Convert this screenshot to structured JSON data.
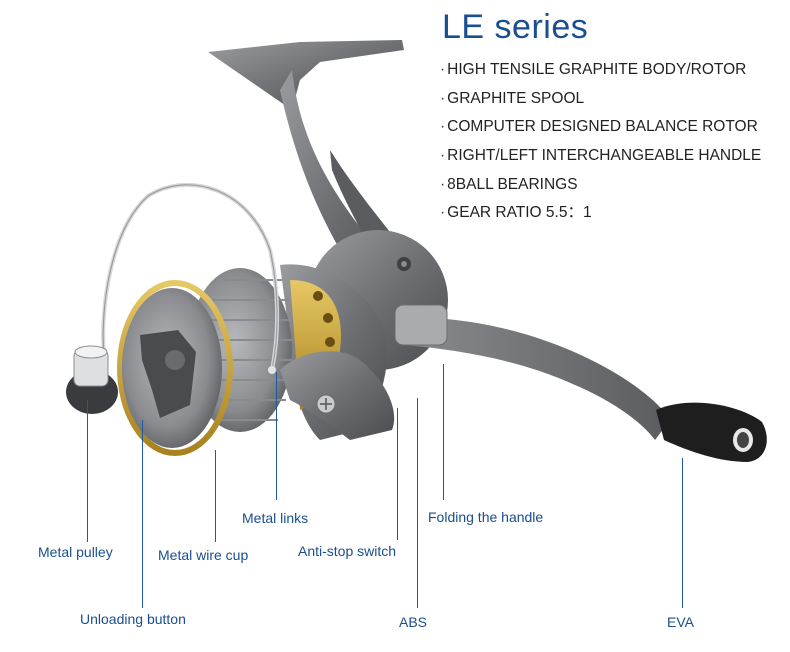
{
  "title": "LE series",
  "features": [
    "HIGH TENSILE GRAPHITE BODY/ROTOR",
    "GRAPHITE SPOOL",
    "COMPUTER DESIGNED BALANCE ROTOR",
    "RIGHT/LEFT INTERCHANGEABLE HANDLE",
    "8BALL BEARINGS",
    "GEAR RATIO 5.5：1"
  ],
  "callouts": {
    "metal_links": "Metal links",
    "folding_handle": "Folding the handle",
    "metal_pulley": "Metal pulley",
    "metal_wire_cup": "Metal wire cup",
    "anti_stop_switch": "Anti-stop switch",
    "unloading_button": "Unloading button",
    "abs": "ABS",
    "eva": "EVA"
  },
  "colors": {
    "reel_body": "#7a7c80",
    "reel_dark": "#4e5054",
    "spool_gold": "#c9a33a",
    "handle_knob": "#1e1e1e",
    "label_blue": "#1a4f8f"
  }
}
